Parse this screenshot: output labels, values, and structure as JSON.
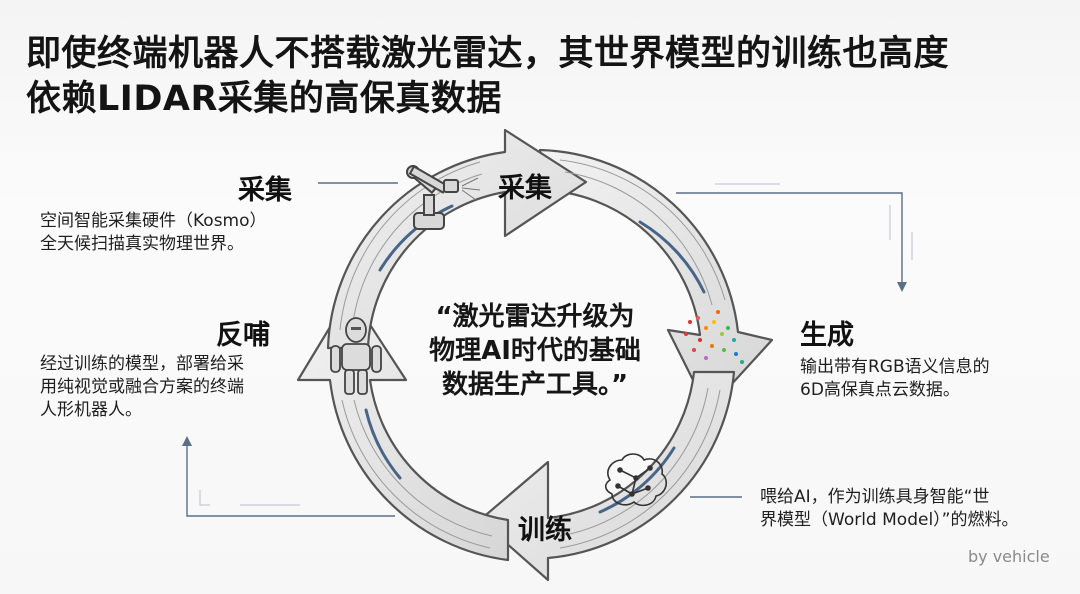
{
  "title": {
    "line1": "即使终端机器人不搭载激光雷达，其世界模型的训练也高度",
    "line2": "依赖LIDAR采集的高保真数据"
  },
  "center_quote": {
    "line1": "“激光雷达升级为",
    "line2": "物理AI时代的基础",
    "line3": "数据生产工具。”"
  },
  "stages": {
    "collect": {
      "label_outer": "采集",
      "label_arrow": "采集",
      "desc_line1": "空间智能采集硬件（Kosmo）",
      "desc_line2": "全天候扫描真实物理世界。",
      "icon": "robot-arm-icon"
    },
    "generate": {
      "label": "生成",
      "desc_line1": "输出带有RGB语义信息的",
      "desc_line2": "6D高保真点云数据。",
      "icon": "point-cloud-icon"
    },
    "train": {
      "label": "训练",
      "desc_line1": "喂给AI，作为训练具身智能“世",
      "desc_line2": "界模型（World Model）”的燃料。",
      "icon": "brain-network-icon"
    },
    "feedback": {
      "label": "反哺",
      "desc_line1": "经过训练的模型，部署给采",
      "desc_line2": "用纯视觉或融合方案的终端",
      "desc_line3": "人形机器人。",
      "icon": "humanoid-robot-icon"
    }
  },
  "credit": "by vehicle",
  "colors": {
    "ring": "#d9d9d9",
    "ring_stroke": "#5a5a5a",
    "text": "#111111",
    "connector": "#5b6f86"
  }
}
